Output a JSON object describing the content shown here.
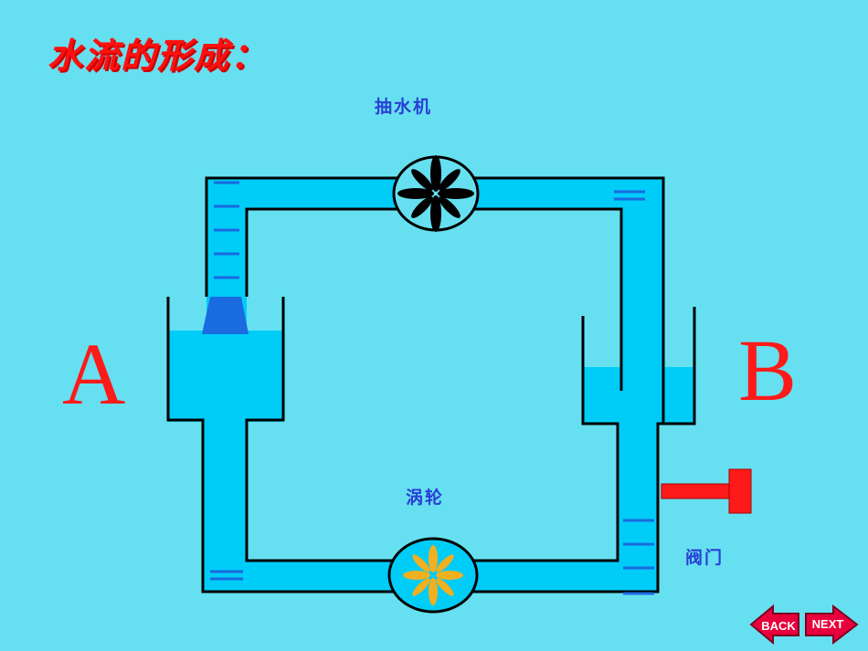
{
  "title": "水流的形成：",
  "labels": {
    "pump": "抽水机",
    "turbine": "涡轮",
    "valve": "阀门",
    "tank_a": "A",
    "tank_b": "B"
  },
  "nav": {
    "back": "BACK",
    "next": "NEXT"
  },
  "colors": {
    "background": "#66e0f0",
    "water": "#00ccf8",
    "water_dark": "#1a6ae0",
    "title": "#ff1010",
    "label": "#2a3fd6",
    "valve": "#ff1a1a",
    "turbine": "#f0b020",
    "nav_button": "#e8003c"
  }
}
